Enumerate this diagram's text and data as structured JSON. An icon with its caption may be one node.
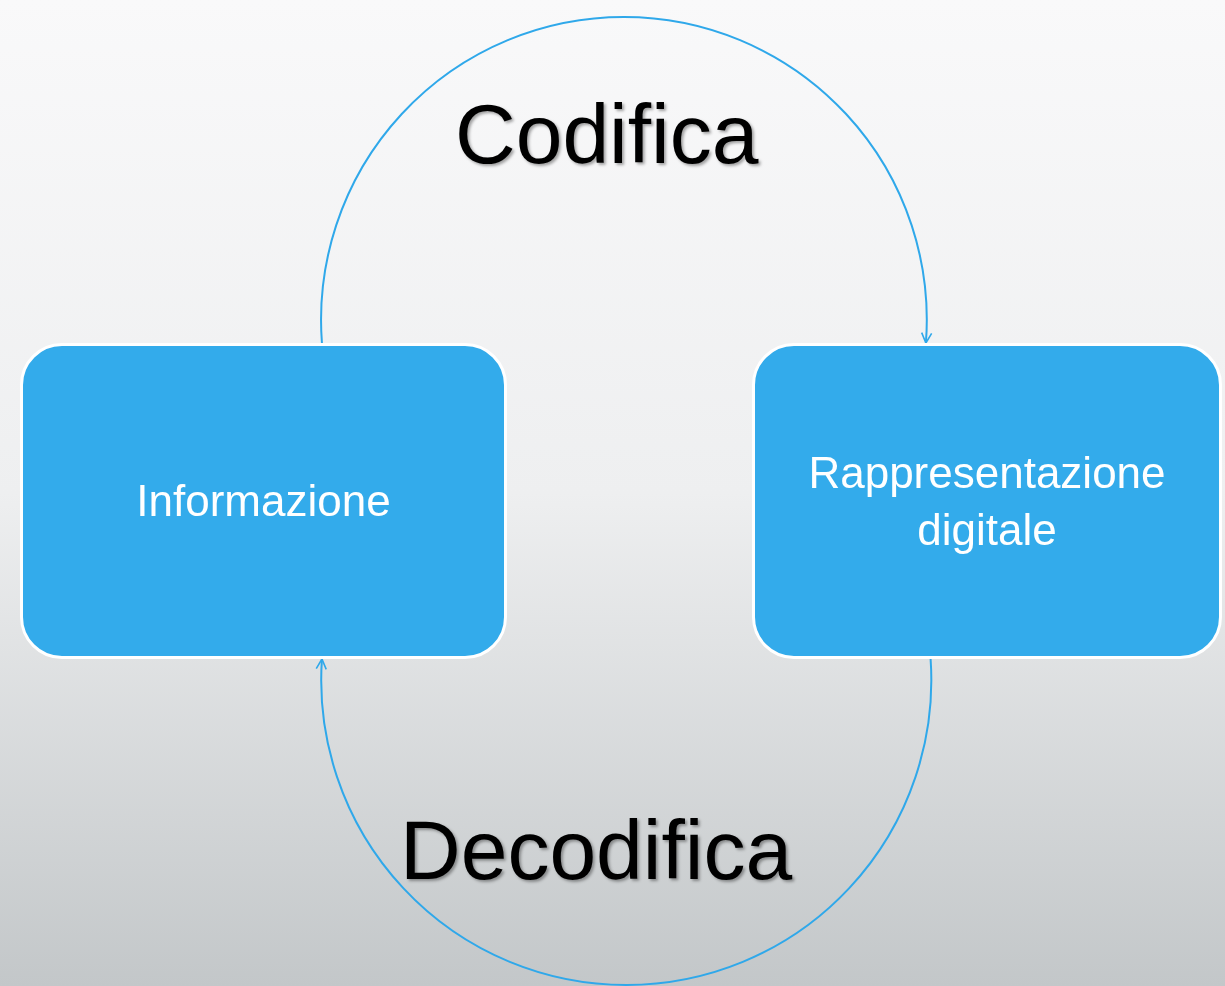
{
  "diagram": {
    "nodes": [
      {
        "text": [
          "Informazione"
        ]
      },
      {
        "text": [
          "Rappresentazione digitale"
        ]
      }
    ],
    "edges": [
      {
        "from": 0,
        "to": 1,
        "arrow": "to",
        "label": "Codifica"
      },
      {
        "from": 1,
        "to": 0,
        "arrow": "to",
        "label": "Decodifica"
      }
    ]
  }
}
